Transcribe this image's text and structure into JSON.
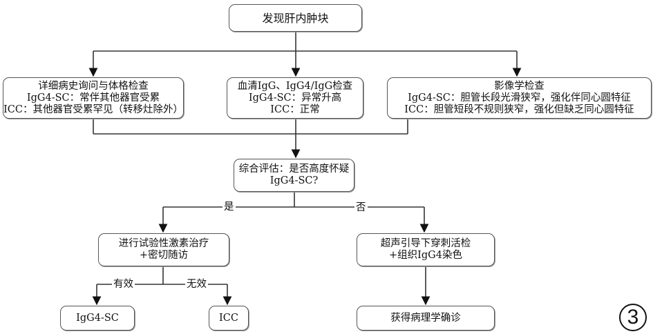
{
  "nodes": {
    "start": {
      "lines": [
        "发现肝内肿块"
      ]
    },
    "history": {
      "lines": [
        "详细病史询问与体格检查",
        "IgG4-SC：常伴其他器官受累",
        "ICC：其他器官受累罕见（转移灶除外）"
      ]
    },
    "serum": {
      "lines": [
        "血清IgG、IgG4/IgG检查",
        "IgG4-SC：异常升高",
        "ICC：正常"
      ]
    },
    "imaging": {
      "lines": [
        "影像学检查",
        "IgG4-SC：胆管长段光滑狭窄，强化伴同心圆特征",
        "ICC：胆管短段不规则狭窄，强化但缺乏同心圆特征"
      ]
    },
    "assess": {
      "lines": [
        "综合评估：是否高度怀疑",
        "IgG4-SC?"
      ]
    },
    "steroid": {
      "lines": [
        "进行试验性激素治疗",
        "+密切随访"
      ]
    },
    "biopsy": {
      "lines": [
        "超声引导下穿刺活检",
        "+组织IgG4染色"
      ]
    },
    "igg4sc": {
      "lines": [
        "IgG4-SC"
      ]
    },
    "icc": {
      "lines": [
        "ICC"
      ]
    },
    "pathology": {
      "lines": [
        "获得病理学确诊"
      ]
    }
  },
  "edge_labels": {
    "yes": "是",
    "no": "否",
    "effective": "有效",
    "ineffective": "无效"
  },
  "figure_badge": "3"
}
